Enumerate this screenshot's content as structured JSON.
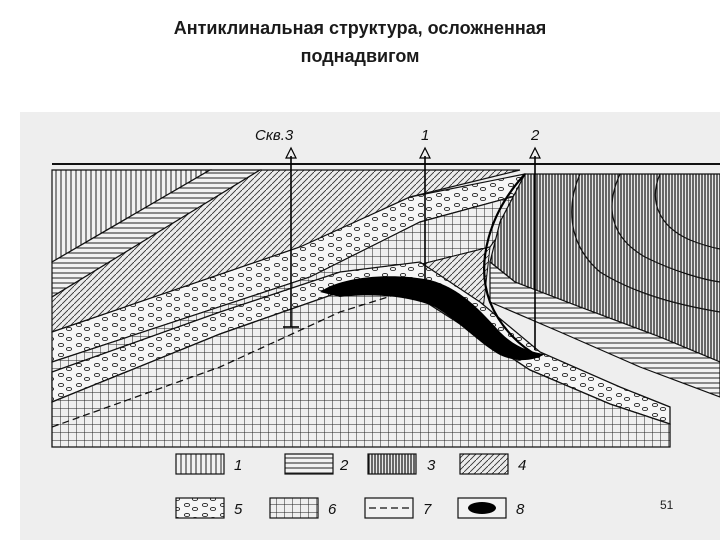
{
  "slide": {
    "title_line1": "Антиклинальная структура, осложненная",
    "title_line2": "поднадвигом",
    "page_number": "51"
  },
  "figure": {
    "wells": [
      {
        "label": "Скв.3"
      },
      {
        "label": "1"
      },
      {
        "label": "2"
      }
    ],
    "legend": [
      {
        "number": "1",
        "pattern": "vertical-hatch"
      },
      {
        "number": "2",
        "pattern": "horizontal-lines"
      },
      {
        "number": "3",
        "pattern": "dense-vertical-hatch"
      },
      {
        "number": "4",
        "pattern": "diagonal-hatch"
      },
      {
        "number": "5",
        "pattern": "ovals"
      },
      {
        "number": "6",
        "pattern": "grid"
      },
      {
        "number": "7",
        "pattern": "dashed-line"
      },
      {
        "number": "8",
        "pattern": "solid-black"
      }
    ]
  }
}
